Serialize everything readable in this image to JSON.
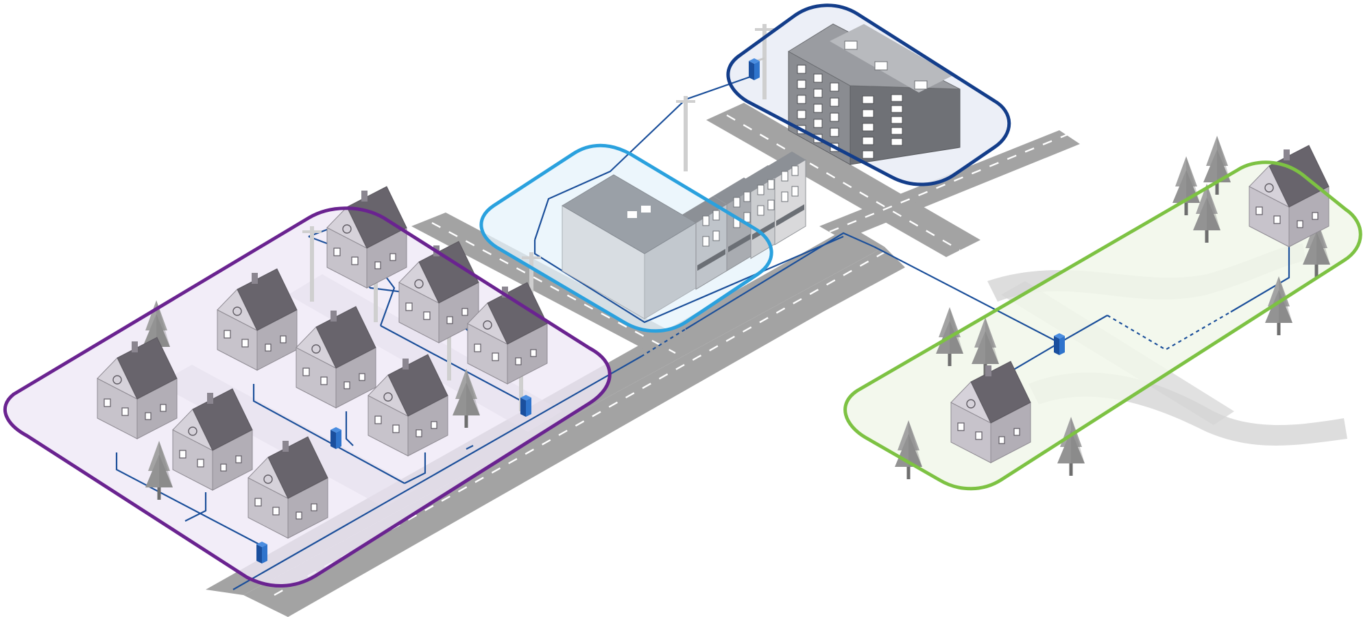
{
  "colors": {
    "background": "#ffffff",
    "road": "#a3a3a3",
    "road_marking": "#ffffff",
    "path_shadow": "#d4d4d4",
    "cable": "#1b4f9a",
    "cabinet": "#1f5fb8",
    "pole": "#c9c9c9",
    "house_wall": "#c7c3cb",
    "house_roof": "#8b8690",
    "house_roof_green": "#8c9189",
    "tree": "#9a9a9a",
    "shop_wall": "#d8dde2",
    "apartment_wall": "#6f7176",
    "zone_residential": "#6a2390",
    "zone_residential_fill": "#efe8f6",
    "zone_business": "#2aa1de",
    "zone_business_fill": "#e6f3fb",
    "zone_multi_dwelling": "#133d8a",
    "zone_multi_dwelling_fill": "#e9ecf6",
    "zone_rural": "#7dc243",
    "zone_rural_fill": "#f1f7ea"
  },
  "icons": {
    "house": "house-icon",
    "tree": "tree-icon",
    "utility_pole": "utility-pole-icon",
    "street_cabinet": "street-cabinet-icon"
  },
  "zones": [
    {
      "id": "residential",
      "color": "#6a2390"
    },
    {
      "id": "business",
      "color": "#2aa1de"
    },
    {
      "id": "multi-dwelling",
      "color": "#133d8a"
    },
    {
      "id": "rural",
      "color": "#7dc243"
    }
  ]
}
